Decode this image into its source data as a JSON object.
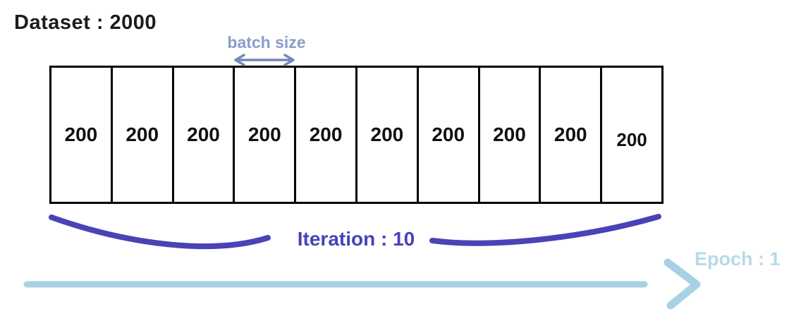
{
  "labels": {
    "dataset": "Dataset : 2000",
    "batch_size": "batch size",
    "iteration": "Iteration : 10",
    "epoch": "Epoch : 1"
  },
  "batches": {
    "values": [
      "200",
      "200",
      "200",
      "200",
      "200",
      "200",
      "200",
      "200",
      "200",
      "200"
    ]
  },
  "colors": {
    "title_text": "#1c1c1c",
    "batch_size_label": "#8b9cc8",
    "batch_size_arrow": "#7287b9",
    "iteration_accent": "#4a42b5",
    "epoch_text": "#b7d9e9",
    "epoch_arrow": "#a9d1e5",
    "box_border": "#000000",
    "background": "#ffffff"
  }
}
